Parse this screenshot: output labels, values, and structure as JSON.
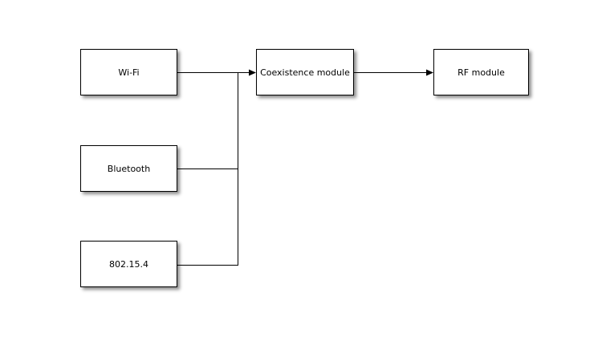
{
  "diagram": {
    "title": "",
    "background_color": "#ffffff",
    "node_fill_color": "#ffffff",
    "node_border_color": "#000000",
    "connector_color": "#000000",
    "nodes": [
      {
        "id": "wifi",
        "label": "Wi-Fi"
      },
      {
        "id": "bluetooth",
        "label": "Bluetooth"
      },
      {
        "id": "802154",
        "label": "802.15.4"
      },
      {
        "id": "coexistence",
        "label": "Coexistence module"
      },
      {
        "id": "rf",
        "label": "RF module"
      }
    ],
    "edges": [
      {
        "from": "wifi",
        "to": "coexistence",
        "arrowhead": true
      },
      {
        "from": "bluetooth",
        "to": "coexistence",
        "arrowhead": true,
        "via": "shared trunk"
      },
      {
        "from": "802154",
        "to": "coexistence",
        "arrowhead": true,
        "via": "shared trunk"
      },
      {
        "from": "coexistence",
        "to": "rf",
        "arrowhead": true
      }
    ]
  }
}
